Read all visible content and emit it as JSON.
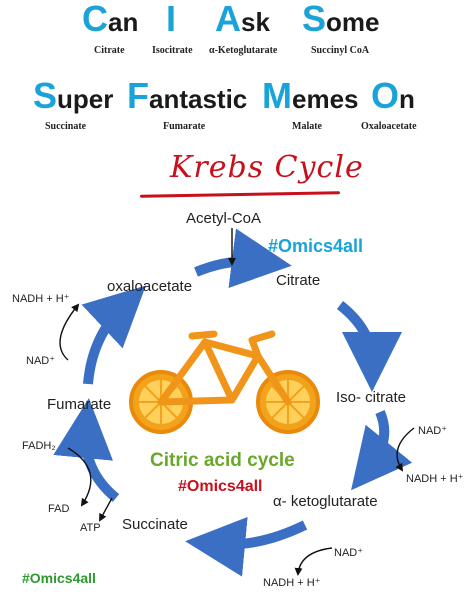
{
  "mnemonic": {
    "row1": [
      {
        "initial": "C",
        "rest": "an",
        "metabolite": "Citrate"
      },
      {
        "initial": "I",
        "rest": "",
        "metabolite": "Isocitrate"
      },
      {
        "initial": "A",
        "rest": "sk",
        "metabolite": "α-Ketoglutarate"
      },
      {
        "initial": "S",
        "rest": "ome",
        "metabolite": "Succinyl CoA"
      }
    ],
    "row2": [
      {
        "initial": "S",
        "rest": "uper",
        "metabolite": "Succinate"
      },
      {
        "initial": "F",
        "rest": "antastic",
        "metabolite": "Fumarate"
      },
      {
        "initial": "M",
        "rest": "emes",
        "metabolite": "Malate"
      },
      {
        "initial": "O",
        "rest": "n",
        "metabolite": "Oxaloacetate"
      }
    ]
  },
  "title": "Krebs Cycle",
  "cycle": {
    "acetyl_coa": "Acetyl-CoA",
    "citrate": "Citrate",
    "isocitrate": "Iso- citrate",
    "alpha_kg": "α- ketoglutarate",
    "succinate": "Succinate",
    "fumarate": "Fumarate",
    "oxaloacetate": "oxaloacetate",
    "center_label": "Citric acid cycle"
  },
  "cofactors": {
    "nadh_h_1": "NADH + H⁺",
    "nad_1": "NAD⁺",
    "nad_2": "NAD⁺",
    "nadh_h_2": "NADH + H⁺",
    "nad_3": "NAD⁺",
    "nadh_h_3": "NADH + H⁺",
    "fadh2": "FADH₂",
    "fad": "FAD",
    "atp": "ATP"
  },
  "watermarks": {
    "top_right": "#Omics4all",
    "center": "#Omics4all",
    "bottom_left": "#Omics4all"
  },
  "colors": {
    "mnemonic_initial": "#1aa3d9",
    "arrow_blue": "#3b6fc4",
    "title_red": "#c8101c",
    "center_green": "#69a82a",
    "omics_teal": "#1aa3d9",
    "omics_red": "#c8101c",
    "omics_green": "#2e9a2e",
    "orange": "#f3a21c"
  },
  "icons": [
    "bicycle-orange-illustration",
    "curved-arrow-icon",
    "straight-arrow-icon"
  ]
}
